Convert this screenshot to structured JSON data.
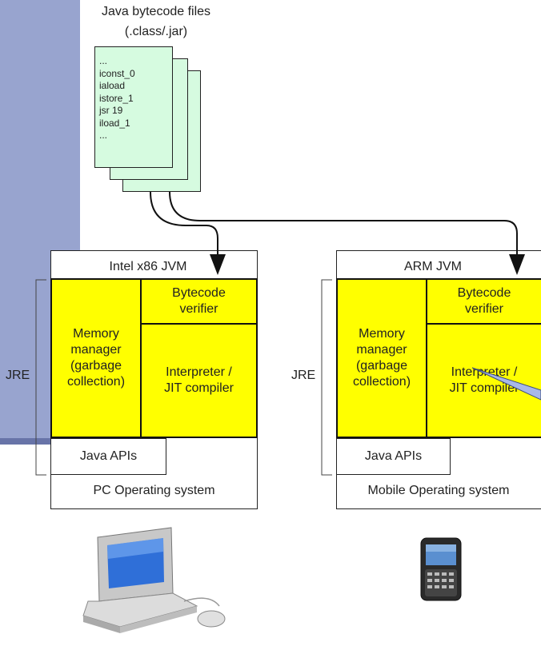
{
  "bytecode": {
    "title_line1": "Java bytecode files",
    "title_line2": "(.class/.jar)",
    "code_lines": [
      "...",
      "iconst_0",
      "iaload",
      "istore_1",
      "jsr 19",
      "iload_1",
      "..."
    ]
  },
  "left_stack": {
    "jvm_title": "Intel x86 JVM",
    "memory": "Memory\nmanager\n(garbage\ncollection)",
    "verifier": "Bytecode\nverifier",
    "interpreter": "Interpreter /\nJIT compiler",
    "apis": "Java APIs",
    "os": "PC Operating system",
    "jre": "JRE",
    "device_icon": "laptop-icon"
  },
  "right_stack": {
    "jvm_title": "ARM JVM",
    "memory": "Memory\nmanager\n(garbage\ncollection)",
    "verifier": "Bytecode\nverifier",
    "interpreter": "Interpreter /\nJIT compiler",
    "apis": "Java APIs",
    "os": "Mobile Operating system",
    "jre": "JRE",
    "device_icon": "mobile-phone-icon"
  },
  "colors": {
    "accent_bar": "#98a4cf",
    "page_fill": "#d6fbe0",
    "jvm_fill": "#ffff00"
  }
}
